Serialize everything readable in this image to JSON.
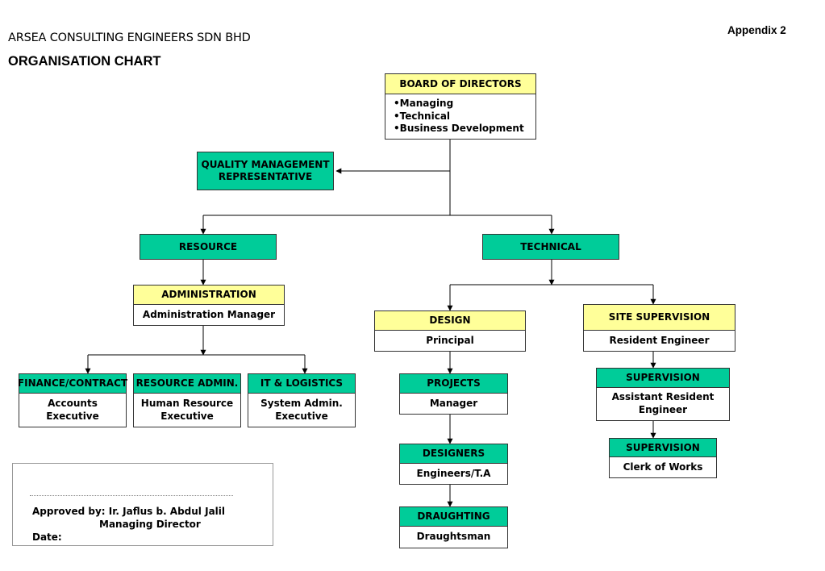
{
  "header": {
    "company": "ARSEA CONSULTING ENGINEERS SDN BHD",
    "title": "ORGANISATION CHART",
    "appendix": "Appendix 2"
  },
  "board": {
    "title": "BOARD OF DIRECTORS",
    "items": [
      "•Managing",
      "•Technical",
      "•Business Development"
    ]
  },
  "quality": {
    "title": "QUALITY MANAGEMENT REPRESENTATIVE"
  },
  "resource": {
    "title": "RESOURCE"
  },
  "technical": {
    "title": "TECHNICAL"
  },
  "administration": {
    "title": "ADMINISTRATION",
    "role": "Administration Manager"
  },
  "finance": {
    "title": "FINANCE/CONTRACT",
    "role": "Accounts Executive"
  },
  "resource_admin": {
    "title": "RESOURCE ADMIN.",
    "role": "Human Resource Executive"
  },
  "it_logistics": {
    "title": "IT & LOGISTICS",
    "role": "System Admin. Executive"
  },
  "design": {
    "title": "DESIGN",
    "role": "Principal"
  },
  "projects": {
    "title": "PROJECTS",
    "role": "Manager"
  },
  "designers": {
    "title": "DESIGNERS",
    "role": "Engineers/T.A"
  },
  "draughting": {
    "title": "DRAUGHTING",
    "role": "Draughtsman"
  },
  "site_supervision": {
    "title": "SITE SUPERVISION",
    "role": "Resident Engineer"
  },
  "supervision_1": {
    "title": "SUPERVISION",
    "role": "Assistant Resident Engineer"
  },
  "supervision_2": {
    "title": "SUPERVISION",
    "role": "Clerk of Works"
  },
  "approval": {
    "approved_by": "Approved by: Ir. Jaflus b. Abdul Jalil",
    "position": "Managing Director",
    "date_label": "Date:"
  }
}
